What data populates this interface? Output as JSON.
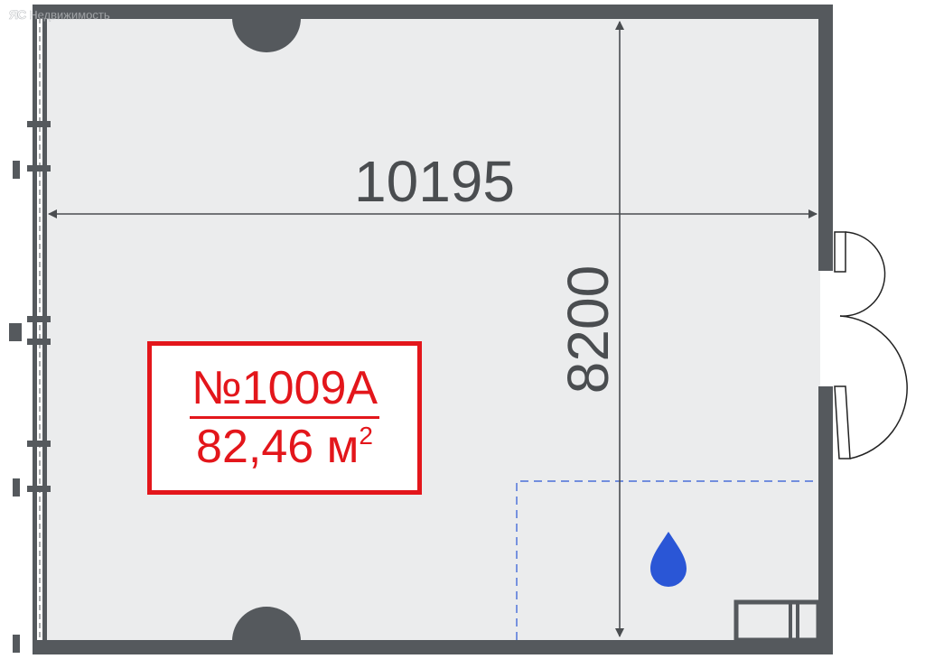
{
  "watermark": {
    "logo": "ЯС",
    "text": "Недвижимость"
  },
  "dimensions": {
    "width": "10195",
    "height": "8200"
  },
  "unit": {
    "number": "№1009А",
    "area": "82,46 м",
    "area_unit_power": "2"
  },
  "icons": {
    "water": "water-drop-icon"
  },
  "colors": {
    "wall": "#55595d",
    "floor": "#ebeced",
    "label": "#e3161b",
    "water_zone": "#2a56d6",
    "dimension_line": "#4a4d50"
  }
}
